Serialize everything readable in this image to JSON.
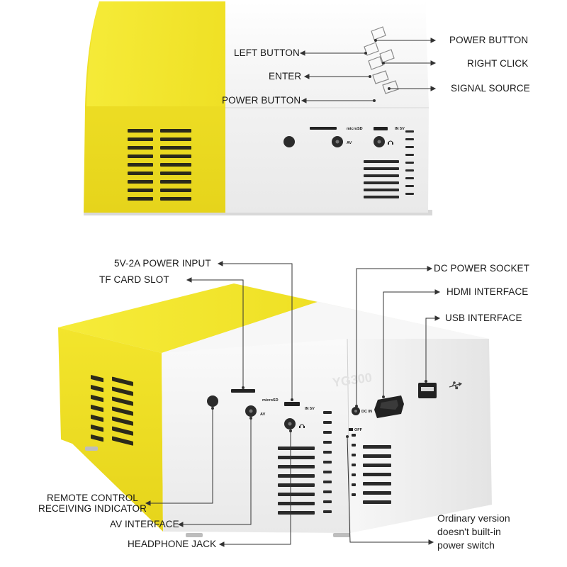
{
  "top_view": {
    "labels": {
      "power_button_right": "POWER BUTTON",
      "right_click": "RIGHT CLICK",
      "signal_source": "SIGNAL SOURCE",
      "left_button": "LEFT BUTTON",
      "enter": "ENTER",
      "power_button_left": "POWER BUTTON"
    },
    "port_marks": {
      "microsd": "microSD",
      "in5v": "IN 5V",
      "av": "AV"
    }
  },
  "bottom_view": {
    "labels": {
      "power_input": "5V-2A POWER INPUT",
      "tf_card_slot": "TF CARD SLOT",
      "remote_control_line1": "REMOTE CONTROL",
      "remote_control_line2": "RECEIVING INDICATOR",
      "av_interface": "AV INTERFACE",
      "headphone_jack": "HEADPHONE JACK",
      "dc_power_socket": "DC POWER SOCKET",
      "hdmi_interface": "HDMI INTERFACE",
      "usb_interface": "USB INTERFACE"
    },
    "note": {
      "line1": "Ordinary version",
      "line2": "doesn't built-in",
      "line3": "power switch"
    },
    "port_marks": {
      "microsd": "microSD",
      "in5v": "IN 5V",
      "av": "AV",
      "dc_in": "DC IN",
      "off": "OFF"
    }
  },
  "colors": {
    "yellow": "#f2e52a",
    "body_white": "#f4f4f4",
    "line": "#333333"
  },
  "icons": [
    "headphone-icon",
    "usb-icon"
  ]
}
